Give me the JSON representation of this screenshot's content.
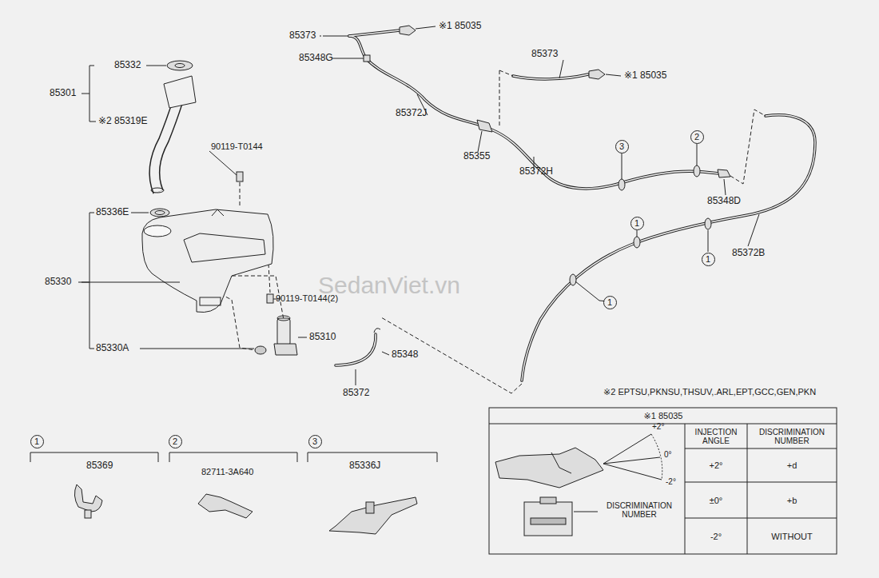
{
  "diagram": {
    "nodes": [
      {
        "text": [
          "2"
        ]
      },
      {
        "text": [
          "3"
        ]
      },
      {
        "text": [
          "1"
        ]
      },
      {
        "text": [
          "1"
        ]
      },
      {
        "text": [
          "1"
        ]
      },
      {
        "text": [
          "1"
        ]
      },
      {
        "text": [
          "2"
        ]
      },
      {
        "text": [
          "3"
        ]
      }
    ],
    "labels": [
      "85373",
      "※1 85035",
      "85348G",
      "85373",
      "※1 85035",
      "85332",
      "85301",
      "※2 85319E",
      "85372J",
      "90119-T0144",
      "85355",
      "85372H",
      "85348D",
      "85336E",
      "85372B",
      "85330",
      "90119-T0144(2)",
      "85310",
      "85330A",
      "85348",
      "85372",
      "※2 EPTSU,PKNSU,THSUV,.ARL,EPT,GCC,GEN,PKN",
      "85369",
      "82711-3A640",
      "85336J",
      "※1 85035",
      "INJECTION ANGLE",
      "DISCRIMINATION NUMBER",
      "+2°",
      "0°",
      "-2°",
      "DISCRIMINATION NUMBER",
      "+2°",
      "+d",
      "±0°",
      "+b",
      "-2°",
      "WITHOUT",
      "SedanViet.vn"
    ]
  }
}
